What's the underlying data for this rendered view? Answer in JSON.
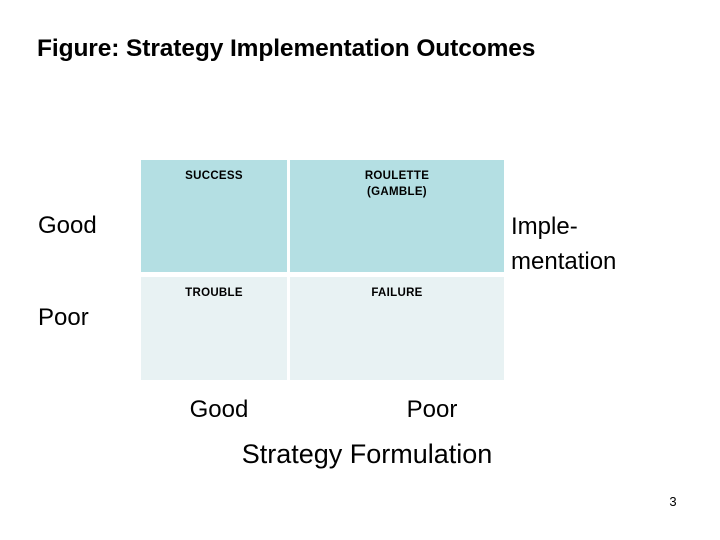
{
  "slide": {
    "title": "Figure: Strategy Implementation Outcomes",
    "page_number": "3"
  },
  "chart_data": {
    "type": "table",
    "title": "Figure: Strategy Implementation Outcomes",
    "xlabel": "Strategy Formulation",
    "ylabel": "Implementation",
    "ylabel_lines": [
      "Imple-",
      "mentation"
    ],
    "columns": [
      "Good",
      "Poor"
    ],
    "rows": [
      "Good",
      "Poor"
    ],
    "cells": [
      {
        "row": "Good",
        "column": "Good",
        "label": "SUCCESS",
        "label_line2": "",
        "fill": "#b4dfe3"
      },
      {
        "row": "Good",
        "column": "Poor",
        "label": "ROULETTE",
        "label_line2": "(GAMBLE)",
        "fill": "#b4dfe3"
      },
      {
        "row": "Poor",
        "column": "Good",
        "label": "TROUBLE",
        "label_line2": "",
        "fill": "#e8f2f3"
      },
      {
        "row": "Poor",
        "column": "Poor",
        "label": "FAILURE",
        "label_line2": "",
        "fill": "#e8f2f3"
      }
    ],
    "grid": false,
    "legend": "none",
    "colors": {
      "row_good_fill": "#b4dfe3",
      "row_poor_fill": "#e8f2f3",
      "text": "#000000",
      "background": "#ffffff"
    }
  }
}
